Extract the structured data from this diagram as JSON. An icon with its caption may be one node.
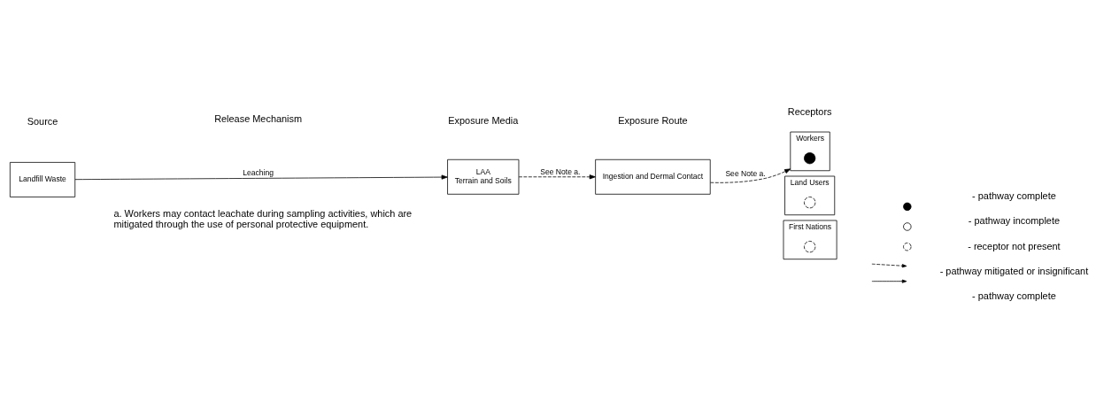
{
  "diagram": {
    "nodes": [
      {
        "text": [
          "Landfill Waste"
        ]
      },
      {
        "text": [
          "LAA",
          "Terrain and Soils"
        ]
      },
      {
        "text": [
          "Ingestion and Dermal Contact"
        ]
      },
      {
        "text": [
          "Workers"
        ]
      },
      {
        "text": [
          "Land Users"
        ]
      },
      {
        "text": [
          "First Nations"
        ]
      },
      {
        "text": [],
        "shape": "circle",
        "in": 3
      },
      {
        "text": [],
        "shape": "circle",
        "in": 4
      },
      {
        "text": [],
        "shape": "circle",
        "in": 5
      }
    ],
    "edges": [
      {
        "from": 0,
        "to": 1,
        "arrow": "to",
        "label": "Leaching"
      },
      {
        "from": 1,
        "to": 2,
        "arrow": "to",
        "label": "See Note a.",
        "style": "dashed"
      },
      {
        "from": 2,
        "to": 3,
        "arrow": "to",
        "label": "See Note a.",
        "style": "dashed"
      }
    ],
    "labels": [
      "Source",
      "Release Mechanism",
      "Exposure Media",
      "Exposure Route",
      "Receptors",
      "a. Workers may contact leachate during sampling activities, which are mitigated through the use of personal protective equipment."
    ],
    "legend": [
      {
        "text": "- pathway complete"
      },
      {
        "text": "- pathway incomplete"
      },
      {
        "text": "- receptor not present"
      },
      {
        "text": "- pathway mitigated or insignificant"
      },
      {
        "text": "- pathway complete"
      }
    ]
  }
}
